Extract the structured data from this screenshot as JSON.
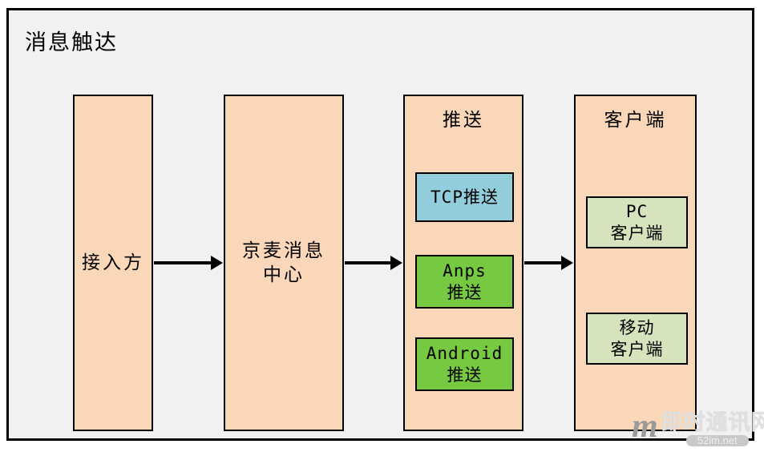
{
  "title": "消息触达",
  "nodes": {
    "access": {
      "label": "接入方"
    },
    "center": {
      "line1": "京麦消息",
      "line2": "中心"
    },
    "push": {
      "header": "推送",
      "tcp": {
        "label": "TCP推送"
      },
      "anps": {
        "line1": "Anps",
        "line2": "推送"
      },
      "android": {
        "line1": "Android",
        "line2": "推送"
      }
    },
    "client": {
      "header": "客户端",
      "pc": {
        "line1": "PC",
        "line2": "客户端"
      },
      "mobile": {
        "line1": "移动",
        "line2": "客户端"
      }
    }
  },
  "watermark": {
    "logo": "m",
    "brand": "即时通讯网",
    "domain": "52im.net"
  },
  "colors": {
    "frame_fill": "#f1f1f1",
    "frame_border": "#000000",
    "column_fill": "#fad7b8",
    "tcp_fill": "#92cddc",
    "push_fill": "#76c940",
    "client_child_fill": "#d6e3bc",
    "text": "#000000",
    "watermark_gray": "#9a9a9a"
  }
}
